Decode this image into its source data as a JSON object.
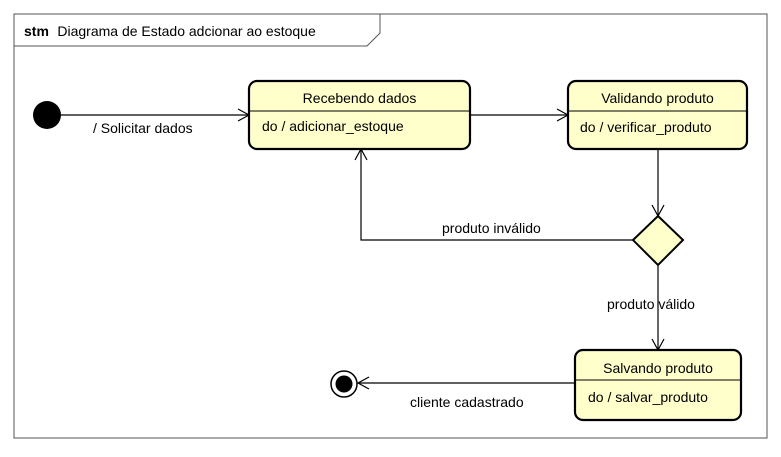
{
  "frame": {
    "keyword": "stm",
    "title": "Diagrama de Estado adcionar ao estoque"
  },
  "states": [
    {
      "id": "recebendo",
      "name": "Recebendo dados",
      "activity": "do / adicionar_estoque"
    },
    {
      "id": "validando",
      "name": "Validando produto",
      "activity": "do / verificar_produto"
    },
    {
      "id": "salvando",
      "name": "Salvando produto",
      "activity": "do / salvar_produto"
    }
  ],
  "transitions": [
    {
      "from": "initial",
      "to": "recebendo",
      "label": "/ Solicitar dados"
    },
    {
      "from": "recebendo",
      "to": "validando",
      "label": ""
    },
    {
      "from": "validando",
      "to": "decision",
      "label": ""
    },
    {
      "from": "decision",
      "to": "recebendo",
      "label": "produto inválido"
    },
    {
      "from": "decision",
      "to": "salvando",
      "label": "produto válido"
    },
    {
      "from": "salvando",
      "to": "final",
      "label": "cliente cadastrado"
    }
  ],
  "colors": {
    "state_fill": "#ffffcc",
    "stroke": "#000000",
    "background": "#ffffff"
  }
}
